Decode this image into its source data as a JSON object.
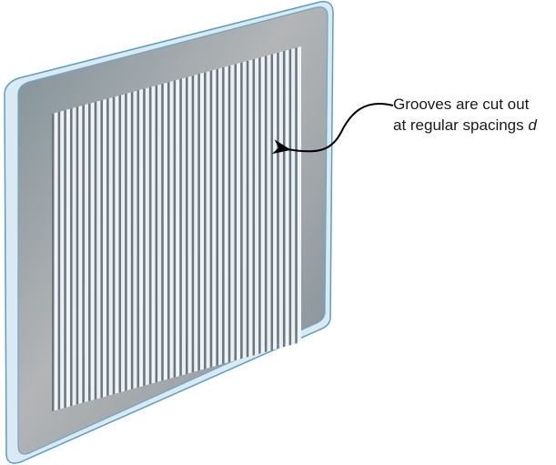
{
  "figure": {
    "subject": "diffraction grating",
    "groove_count": 41,
    "colors": {
      "glass_edge": "#d6e8f0",
      "glass_outline": "#5a9fc0",
      "face_dark": "#7a8c94",
      "face_light": "#b4b6b8",
      "groove_light": "#e8f2f8",
      "groove_shadow": "#6f7579",
      "arrow": "#000000"
    }
  },
  "annotation": {
    "line1": "Grooves are cut out",
    "line2_prefix": "at regular spacings ",
    "variable": "d"
  }
}
